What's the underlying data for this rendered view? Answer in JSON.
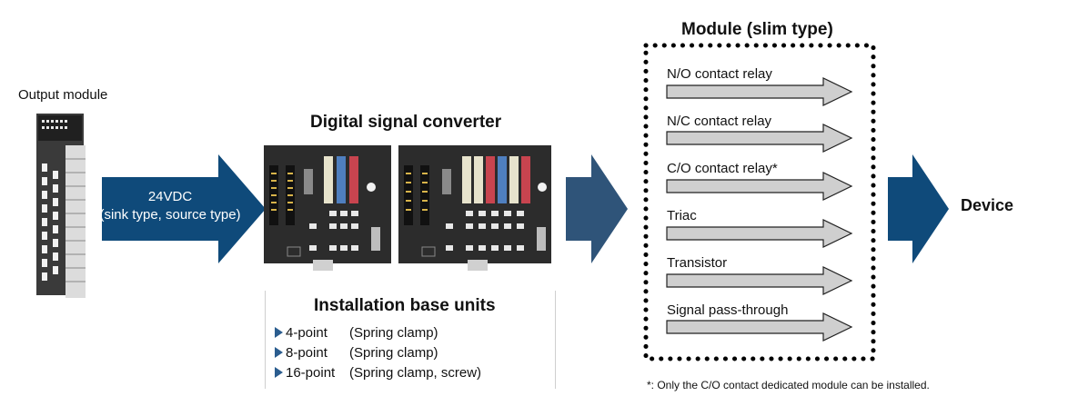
{
  "output_module_label": "Output module",
  "voltage_arrow": {
    "line1": "24VDC",
    "line2": "(sink type, source type)",
    "color": "#0f4a7a"
  },
  "converter_title": "Digital signal converter",
  "installation": {
    "title": "Installation base units",
    "rows": [
      {
        "points": "4-point",
        "type": "(Spring clamp)"
      },
      {
        "points": "8-point",
        "type": "(Spring clamp)"
      },
      {
        "points": "16-point",
        "type": "(Spring clamp, screw)"
      }
    ]
  },
  "module": {
    "title": "Module (slim type)",
    "items": [
      "N/O contact relay",
      "N/C contact relay",
      "C/O contact relay*",
      "Triac",
      "Transistor",
      "Signal pass-through"
    ],
    "footnote": "*: Only the C/O contact dedicated module can be installed."
  },
  "device_label": "Device",
  "colors": {
    "big_arrow_dark": "#0f4a7a",
    "mid_arrow": "#2f5479",
    "gray_arrow_fill": "#cfcfcf",
    "base_unit_body": "#2a2a2a",
    "relay_blue": "#4f7fbf",
    "relay_red": "#c8444f",
    "relay_cream": "#e7e3cc"
  }
}
